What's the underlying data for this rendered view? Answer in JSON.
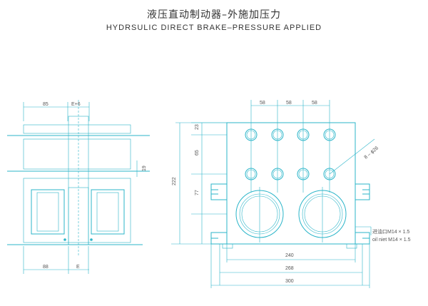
{
  "title_cn": "液压直动制动器–外施加压力",
  "title_en": "HYDRSULIC DIRECT BRAKE–PRESSURE APPLIED",
  "left_view": {
    "dim_top_left": "85",
    "dim_top_right": "E+6",
    "dim_side": "19",
    "dim_bottom_left": "88",
    "dim_bottom_right": "E"
  },
  "right_view": {
    "dim_spacing": [
      "58",
      "58",
      "58"
    ],
    "dim_vertical": [
      "23",
      "65",
      "77"
    ],
    "dim_total_height": "222",
    "dim_holes": "8 – ϕ26",
    "port_label_cn": "进油口M14 × 1.5",
    "port_label_en": "oil niet M14 × 1.5",
    "dim_widths": [
      "240",
      "268",
      "300"
    ]
  },
  "colors": {
    "line": "#2bb5c9",
    "text": "#555555"
  }
}
